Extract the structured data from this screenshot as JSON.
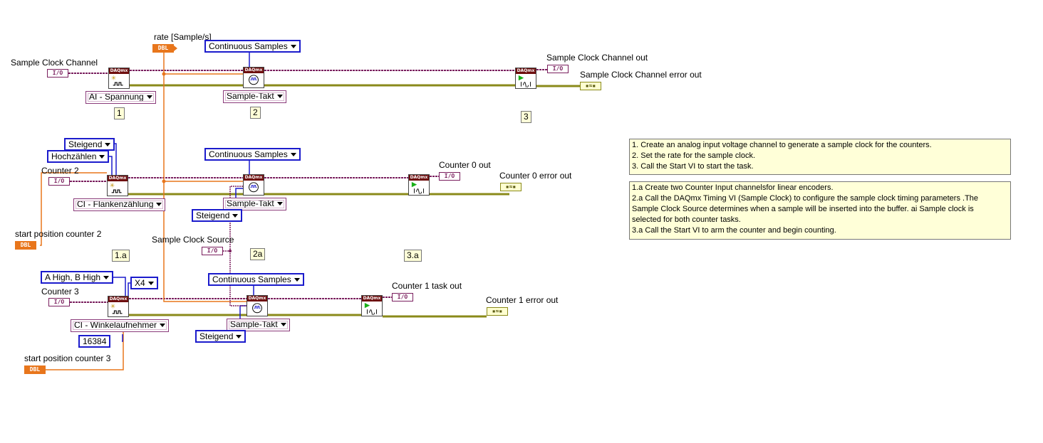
{
  "labels": {
    "rate": "rate [Sample/s]",
    "sample_clock_channel": "Sample Clock Channel",
    "sample_clock_channel_out": "Sample Clock Channel out",
    "sample_clock_channel_error_out": "Sample Clock Channel error out",
    "counter2": "Counter 2",
    "counter0_out": "Counter 0 out",
    "counter0_error_out": "Counter 0 error out",
    "start_position_counter2": "start position counter 2",
    "sample_clock_source": "Sample Clock Source",
    "counter3": "Counter 3",
    "counter1_task_out": "Counter 1 task out",
    "counter1_error_out": "Counter 1 error out",
    "start_position_counter3": "start position counter 3"
  },
  "terminals": {
    "io": "I/O",
    "dbl": "DBL",
    "err": "▪≈▪"
  },
  "rings": {
    "cont_samples_1": "Continuous Samples",
    "ai_spannung": "AI - Spannung",
    "sample_takt_1": "Sample-Takt",
    "steigend_1": "Steigend",
    "hochzaehlen": "Hochzählen",
    "cont_samples_2": "Continuous Samples",
    "ci_flanken": "CI - Flankenzählung",
    "sample_takt_2": "Sample-Takt",
    "steigend_2": "Steigend",
    "a_high_b_high": "A High, B High",
    "x4": "X4",
    "cont_samples_3": "Continuous Samples",
    "ci_winkel": "CI - Winkelaufnehmer",
    "sample_takt_3": "Sample-Takt",
    "steigend_3": "Steigend"
  },
  "constants": {
    "pulses": "16384"
  },
  "vi_header": "DAQmx",
  "steps": {
    "s1": "1",
    "s2": "2",
    "s3": "3",
    "s1a": "1.a",
    "s2a": "2a",
    "s3a": "3.a"
  },
  "notes": {
    "note1": [
      "1. Create an analog input voltage channel to generate a sample clock for the counters.",
      "2. Set the rate for the sample clock.",
      "3. Call the Start VI to start the task."
    ],
    "note2": [
      "1.a  Create two Counter Input channelsfor linear encoders.",
      "2.a  Call the DAQmx Timing VI (Sample Clock) to configure the sample clock timing parameters .The",
      "Sample Clock Source determines when a sample will be inserted into the buffer. ai Sample clock is",
      "selected for both counter tasks.",
      "3.a  Call the Start VI to arm the counter and begin counting."
    ]
  },
  "colors": {
    "task_wire": "#7a1f5e",
    "error_wire": "#8a8a1a",
    "dbl_wire": "#e8761c",
    "enum_wire": "#1b1bcc",
    "vi_header": "#6e0e0e",
    "comment_bg": "#ffffd8"
  }
}
